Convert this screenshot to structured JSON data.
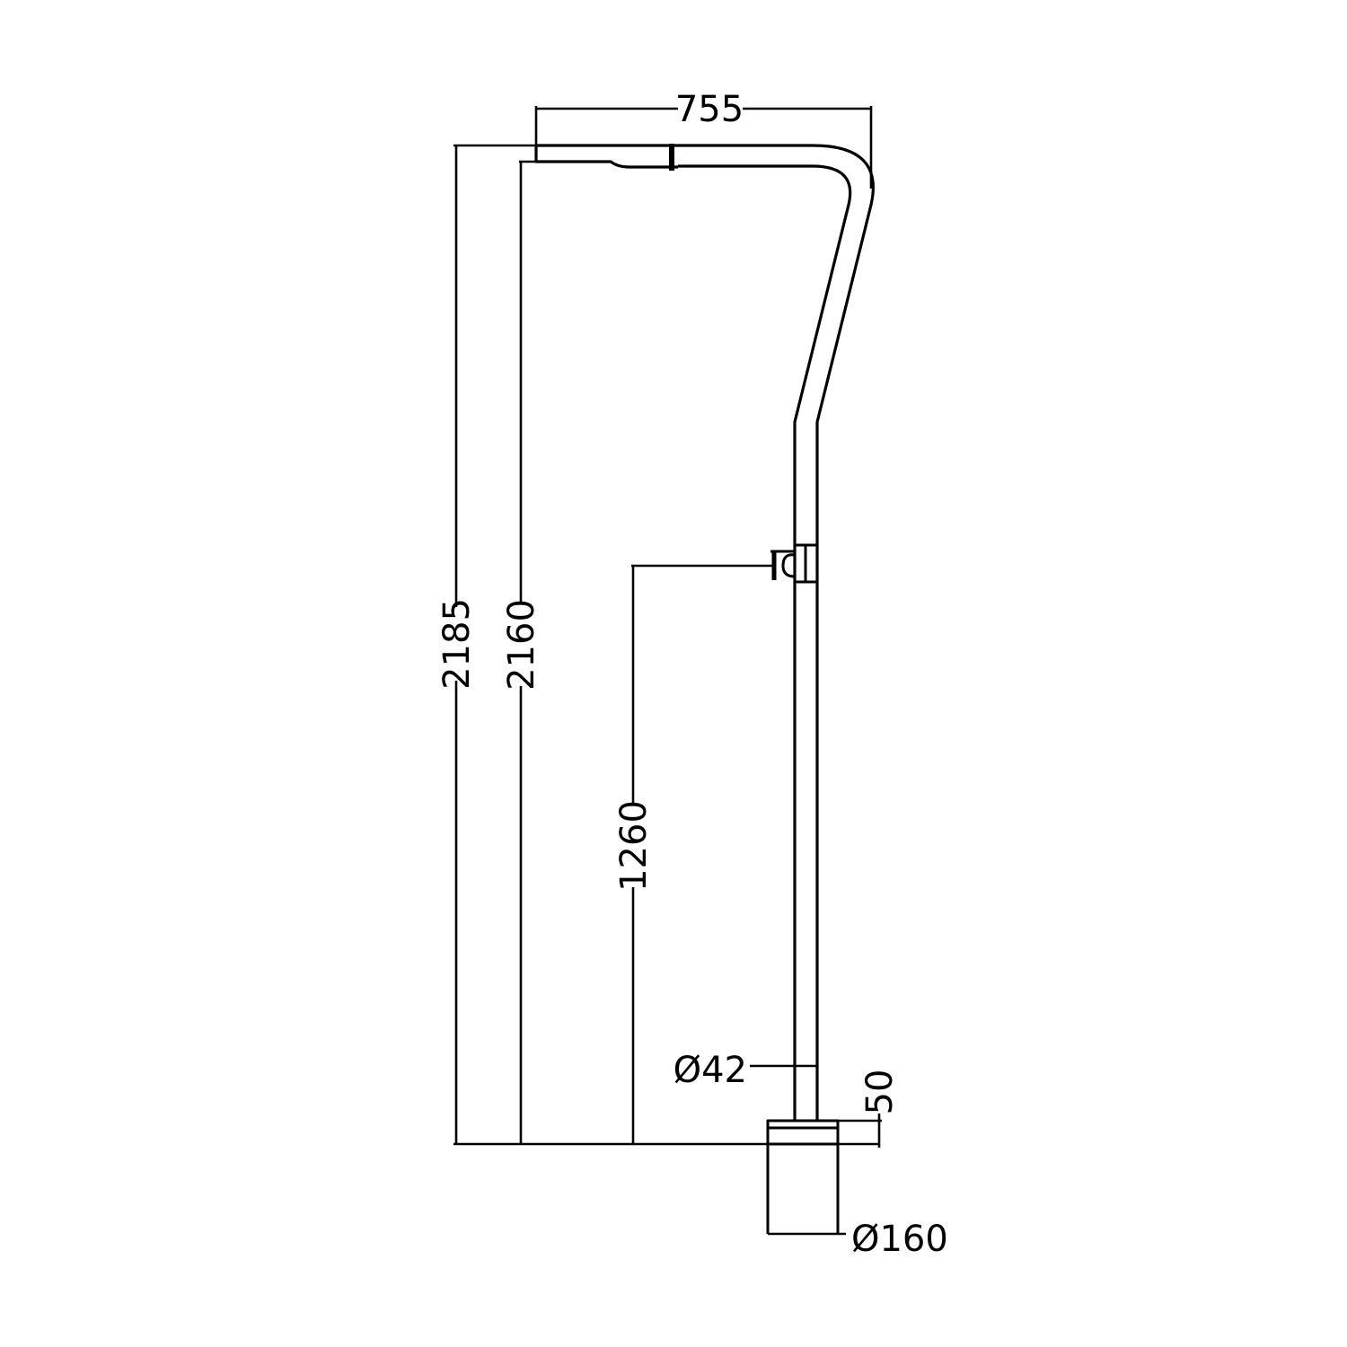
{
  "dimensions": {
    "width_top": "755",
    "total_height": "2185",
    "shower_head_height": "2160",
    "hand_shower_holder_height": "1260",
    "pipe_diameter": "Ø42",
    "base_height": "50",
    "base_diameter": "Ø160"
  },
  "colors": {
    "line": "#000000",
    "background": "#ffffff"
  }
}
